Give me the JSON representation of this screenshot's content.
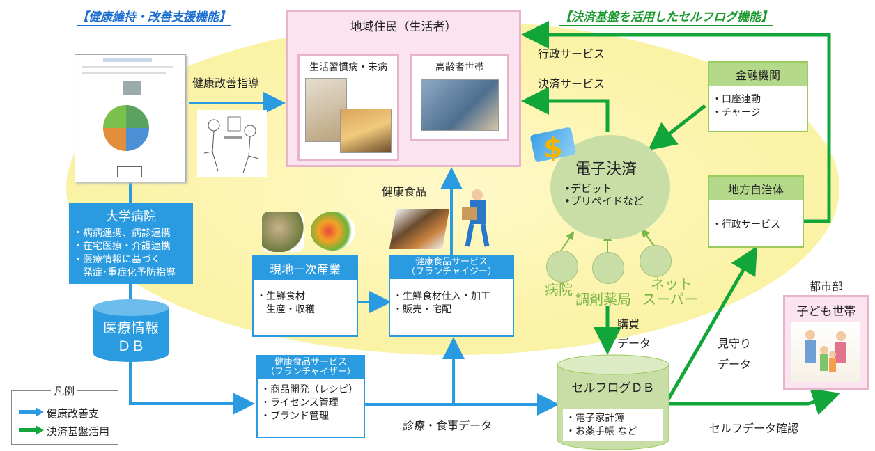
{
  "headers": {
    "left": "【健康維持・改善支援機能】",
    "right": "【決済基盤を活用したセルフログ機能】"
  },
  "residents": {
    "title": "地域住民（生活者）",
    "lifestyle": "生活習慣病・未病",
    "elderly": "高齢者世帯"
  },
  "university": {
    "title": "大学病院",
    "items": [
      "・病病連携、病診連携",
      "・在宅医療・介護連携",
      "・医療情報に基づく",
      "　発症･重症化予防指導"
    ]
  },
  "medical_db": {
    "title": "医療情報",
    "sub": "ＤＢ"
  },
  "primary": {
    "title": "現地一次産業",
    "items": [
      "・生鮮食材",
      "　生産・収穫"
    ]
  },
  "food_service": {
    "title_line1": "健康食品サービス",
    "title_line2": "（フランチャイジー）",
    "items": [
      "・生鮮食材仕入・加工",
      "・販売・宅配"
    ]
  },
  "franchisor": {
    "title_line1": "健康食品サービス",
    "title_line2": "（フランチャイザー）",
    "items": [
      "・商品開発（レシピ）",
      "・ライセンス管理",
      "・ブランド管理"
    ]
  },
  "finance": {
    "title": "金融機関",
    "items": [
      "・口座連動",
      "・チャージ"
    ]
  },
  "payment": {
    "title": "電子決済",
    "items": [
      "•デビット",
      "•プリペイドなど"
    ]
  },
  "local_gov": {
    "title": "地方自治体",
    "items": [
      "・行政サービス"
    ]
  },
  "selflog": {
    "title": "セルフログＤＢ",
    "items": [
      "・電子家計簿",
      "・お薬手帳 など"
    ]
  },
  "outlets": [
    "病院",
    "調剤薬局",
    "ネット",
    "スーパー"
  ],
  "urban": {
    "label": "都市部",
    "title": "子ども世帯"
  },
  "arrow_labels": {
    "health_guidance": "健康改善指導",
    "gov_service": "行政サービス",
    "payment_service": "決済サービス",
    "health_food": "健康食品",
    "purchase": "購買",
    "data": "データ",
    "watch": "見守り",
    "watch_data": "データ",
    "self_check": "セルフデータ確認",
    "clinic_data": "診療・食事データ"
  },
  "legend": {
    "title": "凡例",
    "blue": "健康改善支",
    "green": "決済基盤活用"
  },
  "colors": {
    "blue": "#2a9be0",
    "green": "#12a53a",
    "pink": "#e7b3cd",
    "lightgreen": "#b5d98a"
  }
}
